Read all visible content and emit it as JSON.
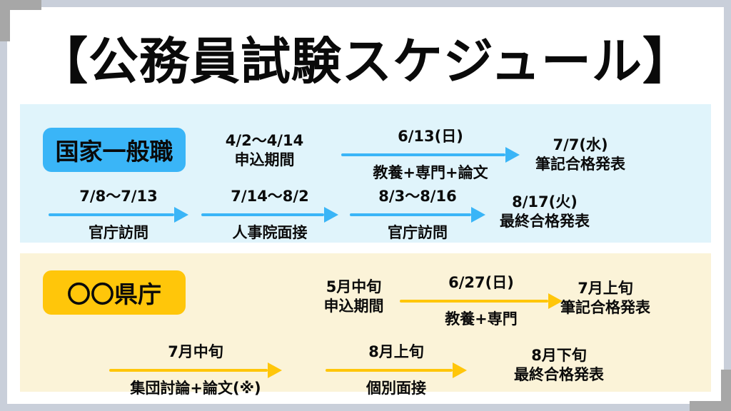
{
  "title": "【公務員試験スケジュール】",
  "colors": {
    "frame_border": "#c9cfda",
    "corner_gray": "#a7a7a7",
    "blue_bg": "#e0f4fb",
    "blue_accent": "#3ab5f7",
    "yellow_bg": "#fbf3d8",
    "yellow_accent": "#ffc60a",
    "text": "#0a0a0a"
  },
  "national": {
    "badge": "国家一般職",
    "row1": {
      "apply": {
        "date": "4/2〜4/14",
        "label": "申込期間"
      },
      "exam_arrow": {
        "date": "6/13(日)",
        "label": "教養+専門+論文"
      },
      "written_result": {
        "date": "7/7(水)",
        "label": "筆記合格発表"
      }
    },
    "row2": {
      "visit1_arrow": {
        "date": "7/8〜7/13",
        "label": "官庁訪問"
      },
      "interview_arrow": {
        "date": "7/14〜8/2",
        "label": "人事院面接"
      },
      "visit2_arrow": {
        "date": "8/3〜8/16",
        "label": "官庁訪問"
      },
      "final_result": {
        "date": "8/17(火)",
        "label": "最終合格発表"
      }
    }
  },
  "prefecture": {
    "badge": "〇〇県庁",
    "row1": {
      "apply": {
        "date": "5月中旬",
        "label": "申込期間"
      },
      "exam_arrow": {
        "date": "6/27(日)",
        "label": "教養+専門"
      },
      "written_result": {
        "date": "7月上旬",
        "label": "筆記合格発表"
      }
    },
    "row2": {
      "discussion_arrow": {
        "date": "7月中旬",
        "label": "集団討論+論文(※)"
      },
      "interview_arrow": {
        "date": "8月上旬",
        "label": "個別面接"
      },
      "final_result": {
        "date": "8月下旬",
        "label": "最終合格発表"
      }
    }
  }
}
